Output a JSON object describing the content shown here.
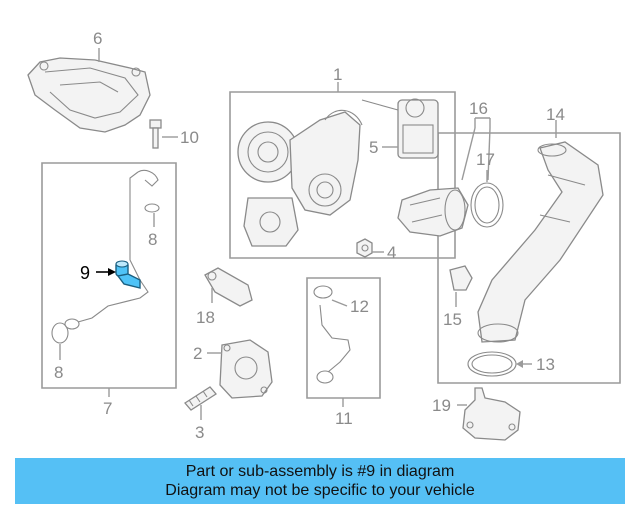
{
  "callouts": [
    {
      "id": "c1",
      "text": "1"
    },
    {
      "id": "c2",
      "text": "2"
    },
    {
      "id": "c3",
      "text": "3"
    },
    {
      "id": "c4",
      "text": "4"
    },
    {
      "id": "c5",
      "text": "5"
    },
    {
      "id": "c6",
      "text": "6"
    },
    {
      "id": "c7",
      "text": "7"
    },
    {
      "id": "c8a",
      "text": "8"
    },
    {
      "id": "c8b",
      "text": "8"
    },
    {
      "id": "c9",
      "text": "9"
    },
    {
      "id": "c10",
      "text": "10"
    },
    {
      "id": "c11",
      "text": "11"
    },
    {
      "id": "c12",
      "text": "12"
    },
    {
      "id": "c13",
      "text": "13"
    },
    {
      "id": "c14",
      "text": "14"
    },
    {
      "id": "c15",
      "text": "15"
    },
    {
      "id": "c16",
      "text": "16"
    },
    {
      "id": "c17",
      "text": "17"
    },
    {
      "id": "c18",
      "text": "18"
    },
    {
      "id": "c19",
      "text": "19"
    }
  ],
  "highlight": {
    "part_number": "9",
    "color": "#4fc3f7"
  },
  "footer": {
    "line1": "Part or sub-assembly is #9 in diagram",
    "line2": "Diagram may not be specific to your vehicle",
    "background": "#55c0f5"
  }
}
